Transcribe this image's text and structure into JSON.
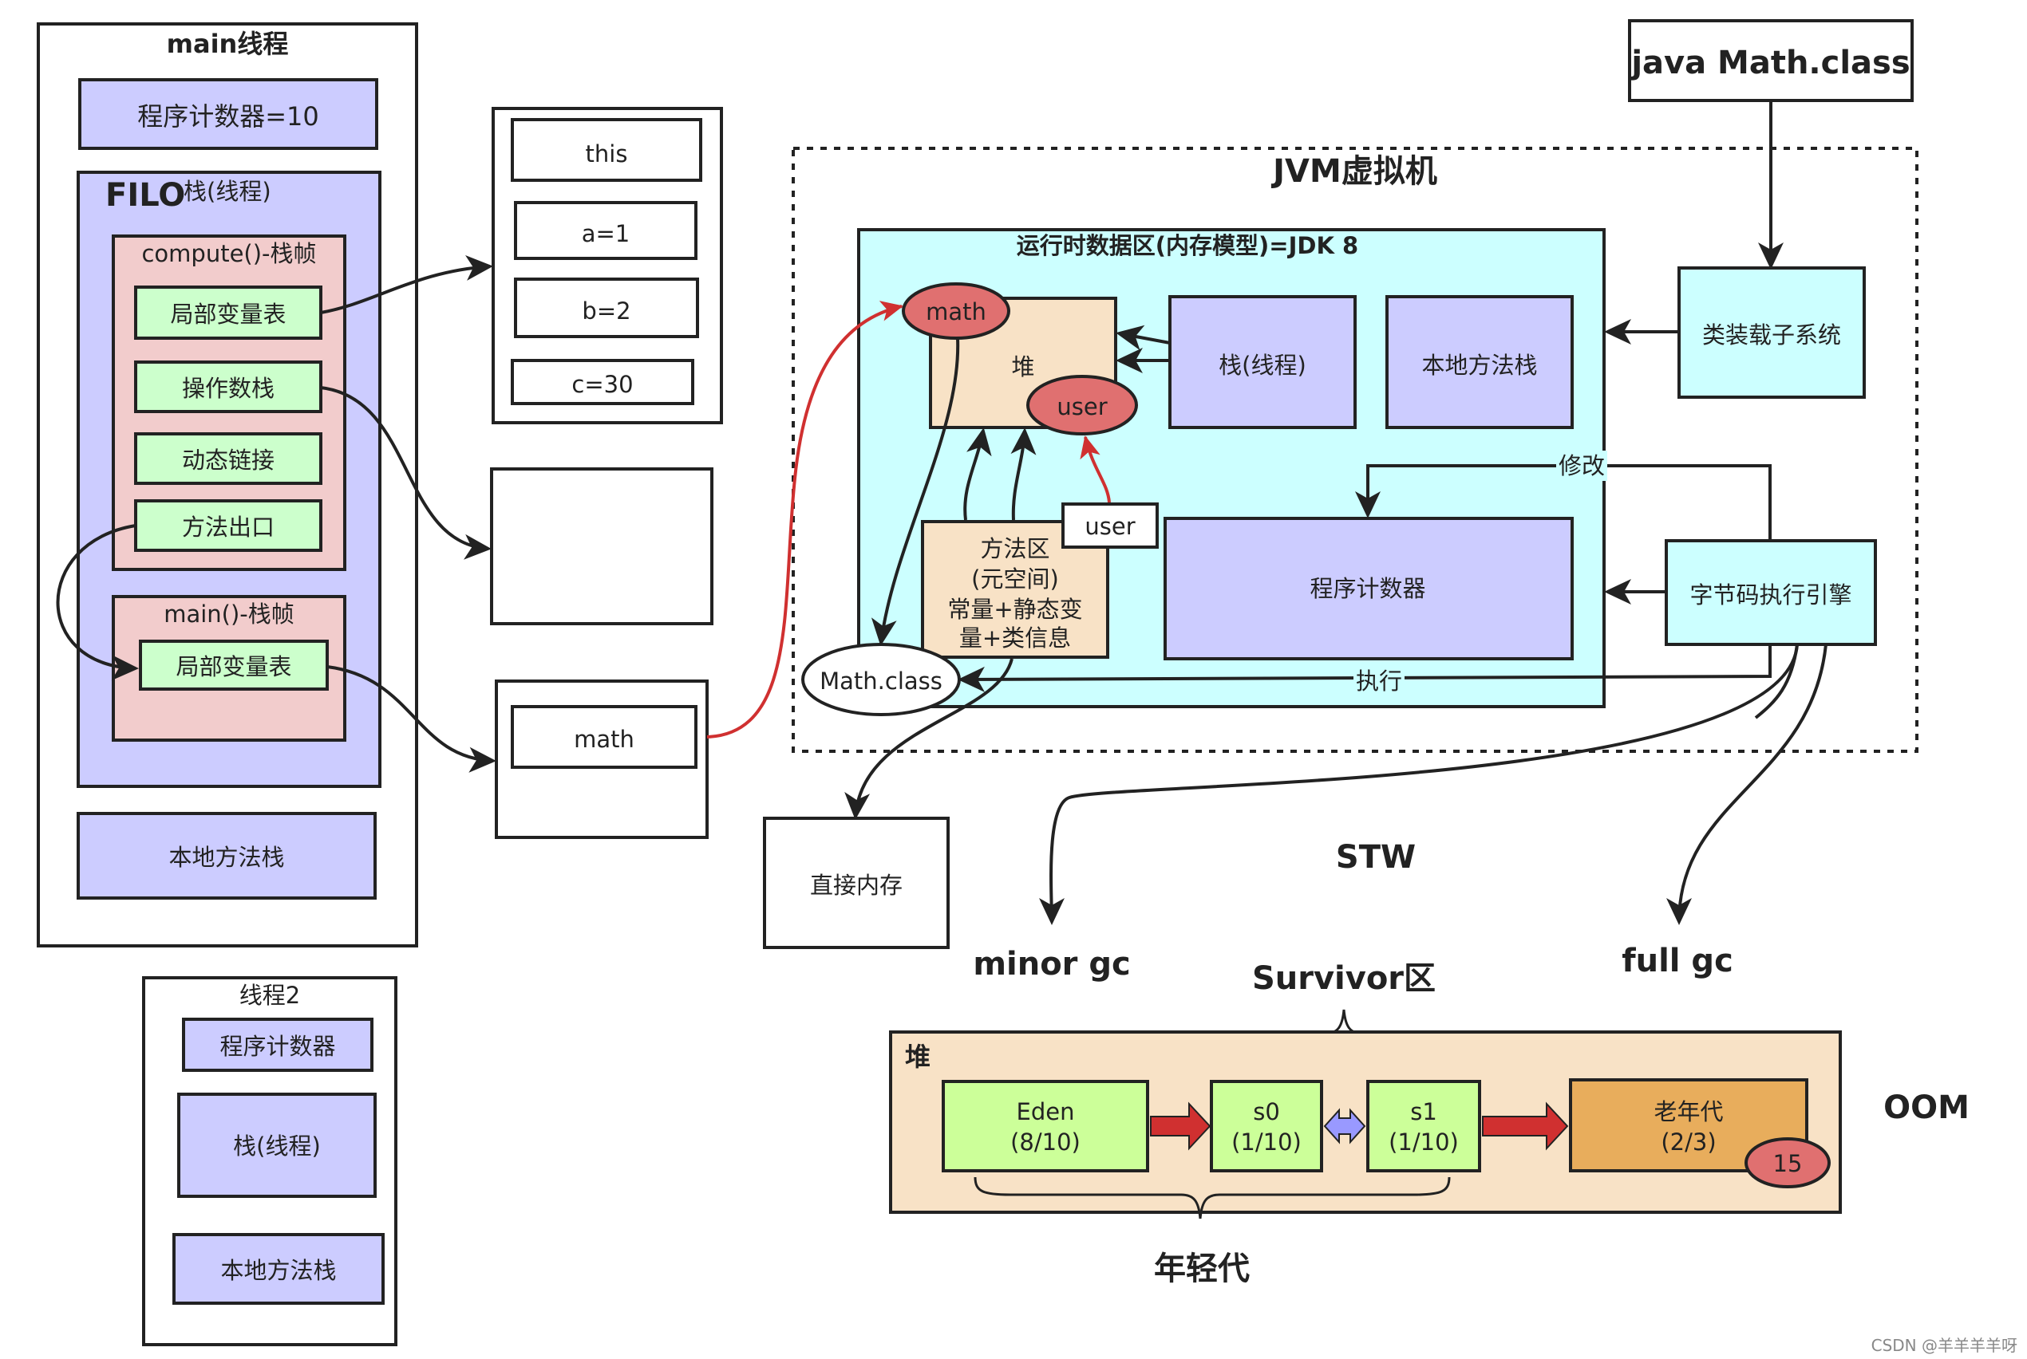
{
  "colors": {
    "purple": "#ccccff",
    "pink": "#f2cccc",
    "green": "#ccffcc",
    "cyan": "#ccffff",
    "tan": "#f8e2c6",
    "eden_green": "#ccff99",
    "old_orange": "#e8ad5c",
    "ellipse_red": "#e07070",
    "red_arrow": "#d03030",
    "transfer_arrow": "#d03030",
    "survivor_arrow": "#9999ff"
  },
  "main_thread": {
    "title": "main线程",
    "pc": "程序计数器=10",
    "stack_label_big": "FILO",
    "stack_label": "栈(线程)",
    "compute_frame": {
      "title": "compute()-栈帧",
      "items": [
        "局部变量表",
        "操作数栈",
        "动态链接",
        "方法出口"
      ]
    },
    "main_frame": {
      "title": "main()-栈帧",
      "items": [
        "局部变量表"
      ]
    },
    "native_stack": "本地方法栈"
  },
  "local_vars": [
    "this",
    "a=1",
    "b=2",
    "c=30"
  ],
  "math_ref": "math",
  "thread2": {
    "title": "线程2",
    "items": [
      "程序计数器",
      "栈(线程)",
      "本地方法栈"
    ]
  },
  "jvm": {
    "title": "JVM虚拟机",
    "runtime_title": "运行时数据区(内存模型)=JDK 8",
    "heap": "堆",
    "heap_objects": [
      "math",
      "user"
    ],
    "stack": "栈(线程)",
    "native_stack": "本地方法栈",
    "method_area": [
      "方法区",
      "(元空间)",
      "常量+静态变",
      "量+类信息"
    ],
    "user_tag": "user",
    "pc": "程序计数器",
    "math_class": "Math.class",
    "modify_label": "修改",
    "execute_label": "执行"
  },
  "java_cmd": "java Math.class",
  "class_loader": "类装载子系统",
  "bytecode_engine": "字节码执行引擎",
  "direct_memory": "直接内存",
  "stw": "STW",
  "minor_gc": "minor gc",
  "full_gc": "full gc",
  "survivor_label": "Survivor区",
  "young_gen_label": "年轻代",
  "oom": "OOM",
  "gc_heap": {
    "title": "堆",
    "eden": [
      "Eden",
      "(8/10)"
    ],
    "s0": [
      "s0",
      "(1/10)"
    ],
    "s1": [
      "s1",
      "(1/10)"
    ],
    "old": [
      "老年代",
      "(2/3)"
    ],
    "age": "15"
  },
  "watermark": "CSDN @羊羊羊羊呀"
}
